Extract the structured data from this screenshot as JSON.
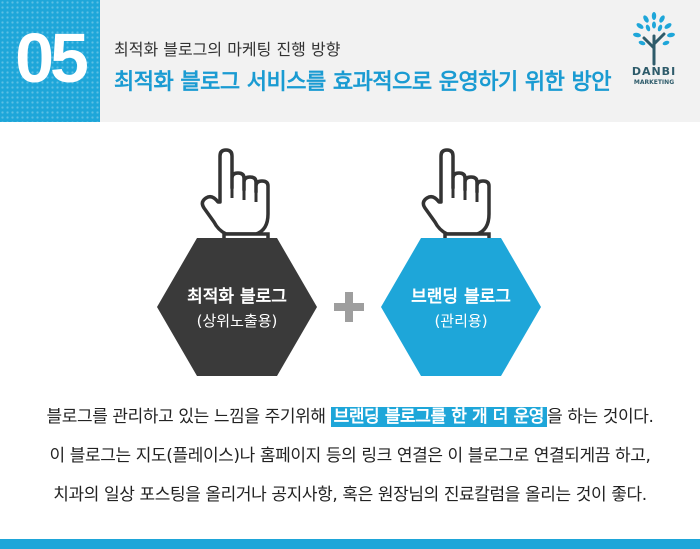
{
  "header": {
    "number": "05",
    "subtitle": "최적화 블로그의 마케팅 진행 방향",
    "title": "최적화 블로그 서비스를 효과적으로 운영하기 위한 방안"
  },
  "logo": {
    "name": "DANBI",
    "tagline": "MARKETING"
  },
  "colors": {
    "accent": "#1ea6d9",
    "hex_dark": "#3a3a3a",
    "plus": "#9e9e9e"
  },
  "icons": {
    "hand": "pointing-hand-icon",
    "plus": "plus-icon",
    "logo": "tree-icon"
  },
  "blocks": [
    {
      "title": "최적화 블로그",
      "subtitle": "(상위노출용)"
    },
    {
      "title": "브랜딩 블로그",
      "subtitle": "(관리용)"
    }
  ],
  "body": {
    "line1_before": "블로그를 관리하고 있는 느낌을 주기위해 ",
    "line1_highlight": "브랜딩 블로그를 한 개 더 운영",
    "line1_after": "을 하는 것이다.",
    "line2": "이 블로그는 지도(플레이스)나 홈페이지 등의 링크 연결은 이 블로그로 연결되게끔 하고,",
    "line3": "치과의 일상 포스팅을 올리거나 공지사항, 혹은 원장님의 진료칼럼을 올리는 것이 좋다."
  }
}
